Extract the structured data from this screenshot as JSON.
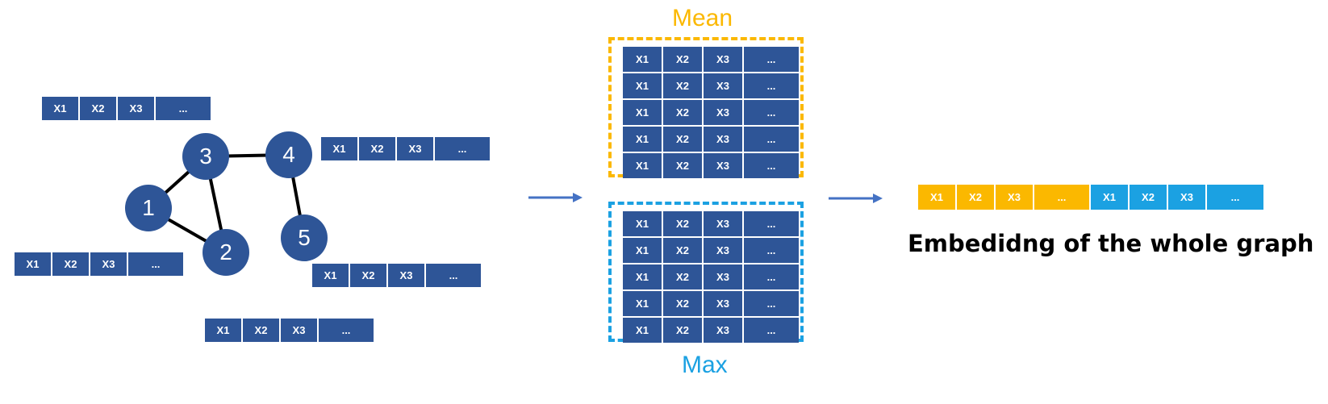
{
  "feature_vector": {
    "cells": [
      "X1",
      "X2",
      "X3",
      "..."
    ]
  },
  "graph": {
    "nodes": [
      {
        "id": "node-1",
        "label": "1"
      },
      {
        "id": "node-2",
        "label": "2"
      },
      {
        "id": "node-3",
        "label": "3"
      },
      {
        "id": "node-4",
        "label": "4"
      },
      {
        "id": "node-5",
        "label": "5"
      }
    ]
  },
  "pooling": {
    "mean": {
      "label": "Mean",
      "rows": 5,
      "color": "#fbb800"
    },
    "max": {
      "label": "Max",
      "rows": 5,
      "color": "#1ba1e2"
    }
  },
  "embedding": {
    "mean_part": [
      "X1",
      "X2",
      "X3",
      "..."
    ],
    "max_part": [
      "X1",
      "X2",
      "X3",
      "..."
    ],
    "caption": "Embedidng of the whole graph"
  },
  "colors": {
    "node": "#2e5597",
    "cell": "#2e5597",
    "arrow": "#4472c4"
  }
}
